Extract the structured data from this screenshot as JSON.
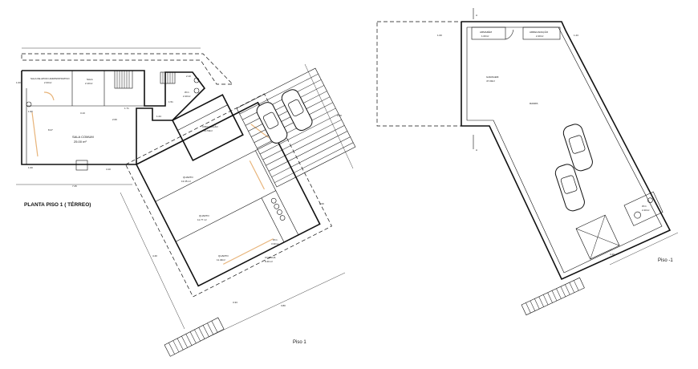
{
  "colors": {
    "line": "#111111",
    "accent": "#e8b47a",
    "background": "#ffffff"
  },
  "floor1": {
    "title": "PLANTA PISO 1 ( TÉRREO)",
    "caption": "Piso 1",
    "rooms": {
      "sala_apoio": "SALA DE APOIO ADMINISTRATIVO",
      "sala_apoio_area": "2.33m²",
      "sala_small": "SALA",
      "sala_small_area": "2.10m²",
      "wc": "W.C.",
      "wc_area": "2.40m²",
      "sala_comum": "SALA COMUM",
      "sala_comum_area": "25.00 m²",
      "circulacao": "CIRCULAÇÃO",
      "circulacao_area": "10.50m²",
      "quarto1": "QUARTO",
      "quarto1_area": "13.35 m²",
      "quarto2": "QUARTO",
      "quarto2_area": "11.77 m²",
      "quarto3": "QUARTO",
      "quarto3_area": "11.40m²",
      "wc2": "W.C.",
      "wc2_area": "3.30m²",
      "cozinha": "COZINHA",
      "cozinha_area": "8.40 m²"
    },
    "dims": [
      "1.90",
      "3.13",
      "1.71",
      "1.51",
      "1.24",
      "2.60",
      "1.00",
      "4.10",
      "7.25",
      "2.00",
      "9.50",
      "4.40",
      "3.80",
      "1.00",
      "2.10",
      "3.33",
      "8.27"
    ]
  },
  "floor0": {
    "caption": "Piso -1",
    "rooms": {
      "armazem": "ARMAZÉM",
      "armazem_area": "1.00m²",
      "arrecadacao": "ARRECADAÇÃO",
      "arrecadacao_area": "2.40m²",
      "garagem": "GARAGEM",
      "garagem_area": "47.00m²",
      "rampa": "RAMPA",
      "wc": "W.C.",
      "wc_area": "2.40m²"
    },
    "dims": [
      "1.00",
      "1.23",
      "4.10"
    ]
  },
  "section_marks": [
    "A",
    "A"
  ]
}
